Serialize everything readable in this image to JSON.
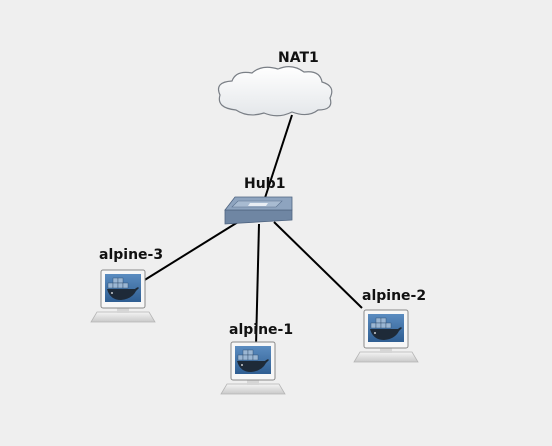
{
  "topology": {
    "nodes": [
      {
        "id": "nat1",
        "label": "NAT1",
        "type": "cloud",
        "icon": "cloud-icon"
      },
      {
        "id": "hub1",
        "label": "Hub1",
        "type": "hub",
        "icon": "hub-icon"
      },
      {
        "id": "alpine3",
        "label": "alpine-3",
        "type": "docker-host",
        "icon": "docker-computer-icon"
      },
      {
        "id": "alpine1",
        "label": "alpine-1",
        "type": "docker-host",
        "icon": "docker-computer-icon"
      },
      {
        "id": "alpine2",
        "label": "alpine-2",
        "type": "docker-host",
        "icon": "docker-computer-icon"
      }
    ],
    "links": [
      {
        "from": "nat1",
        "to": "hub1"
      },
      {
        "from": "hub1",
        "to": "alpine3"
      },
      {
        "from": "hub1",
        "to": "alpine1"
      },
      {
        "from": "hub1",
        "to": "alpine2"
      }
    ]
  },
  "colors": {
    "background": "#efefef",
    "link": "#000000",
    "hub_top": "#8ea4bf",
    "hub_side": "#6f86a3",
    "screen": "#3d6fa3",
    "whale": "#1e2a38"
  }
}
